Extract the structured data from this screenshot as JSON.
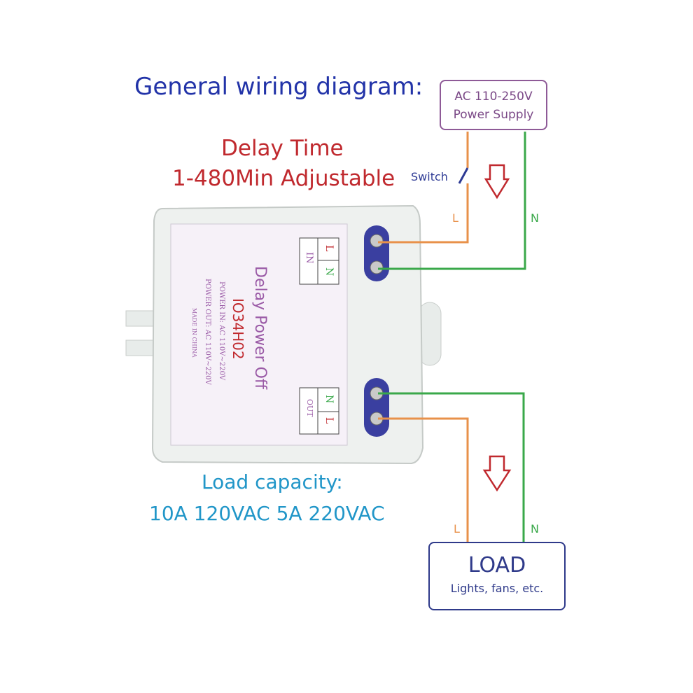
{
  "title": "General wiring diagram:",
  "delay": {
    "line1": "Delay Time",
    "line2": "1-480Min Adjustable"
  },
  "load_capacity": {
    "line1": "Load capacity:",
    "line2": "10A 120VAC 5A 220VAC"
  },
  "power_supply": {
    "line1": "AC 110-250V",
    "line2": "Power Supply"
  },
  "load": {
    "title": "LOAD",
    "subtitle": "Lights, fans, etc."
  },
  "switch_label": "Switch",
  "wire_labels": {
    "in_l": "L",
    "in_n": "N",
    "out_l": "L",
    "out_n": "N"
  },
  "device": {
    "name": "Delay Power Off",
    "model": "IO34H02",
    "power_in": "POWER IN: AC 110V~220V",
    "power_out": "POWER OUT: AC 110V~220V",
    "made_in": "MADE IN CHINA",
    "in_label": "IN",
    "out_label": "OUT",
    "in_terminals": [
      "L",
      "N"
    ],
    "out_terminals": [
      "N",
      "L"
    ]
  },
  "colors": {
    "live_wire": "#e8914a",
    "neutral_wire": "#3aa84a",
    "title": "#2233a8",
    "delay_text": "#c0292e",
    "load_capacity_text": "#2196c8",
    "arrow": "#c0292e"
  }
}
